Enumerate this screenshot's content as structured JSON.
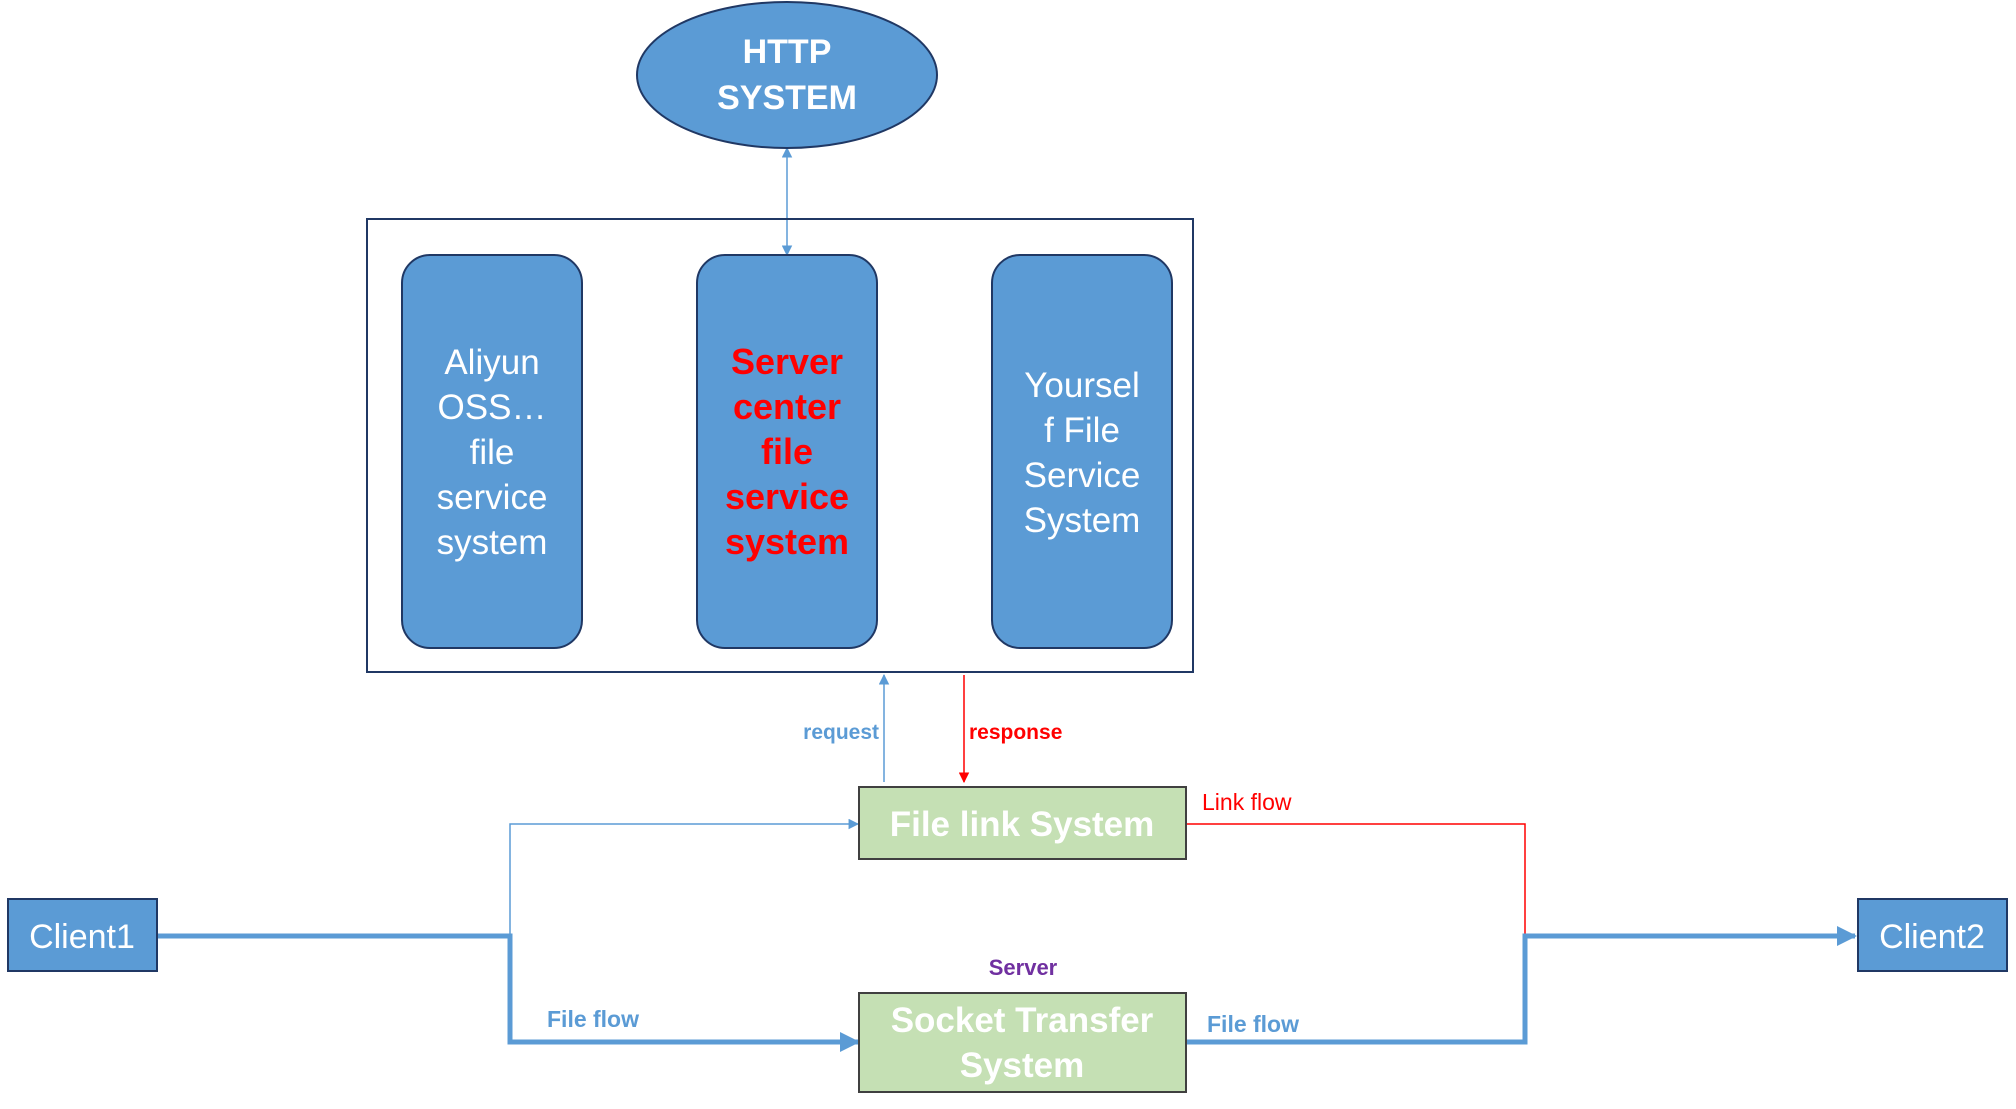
{
  "http_system": {
    "line1": "HTTP",
    "line2": "SYSTEM"
  },
  "services": {
    "aliyun": [
      "Aliyun",
      "OSS…",
      "file",
      "service",
      "system"
    ],
    "server_center": [
      "Server",
      "center",
      "file",
      "service",
      "system"
    ],
    "yourself": [
      "Yoursel",
      "f File",
      "Service",
      "System"
    ]
  },
  "file_link_system": {
    "label": "File link System"
  },
  "socket_transfer": {
    "line1": "Socket Transfer",
    "line2": "System",
    "caption": "Server"
  },
  "clients": {
    "client1": "Client1",
    "client2": "Client2"
  },
  "edge_labels": {
    "request": "request",
    "response": "response",
    "link_flow": "Link flow",
    "file_flow_left": "File flow",
    "file_flow_right": "File flow"
  },
  "colors": {
    "node_blue": "#5b9bd5",
    "node_border": "#203864",
    "node_green": "#c5e0b4",
    "node_green_border": "#404040",
    "edge_blue": "#5b9bd5",
    "edge_red": "#ff0000",
    "highlight_red": "#ff0000",
    "caption_purple": "#7030a0"
  }
}
